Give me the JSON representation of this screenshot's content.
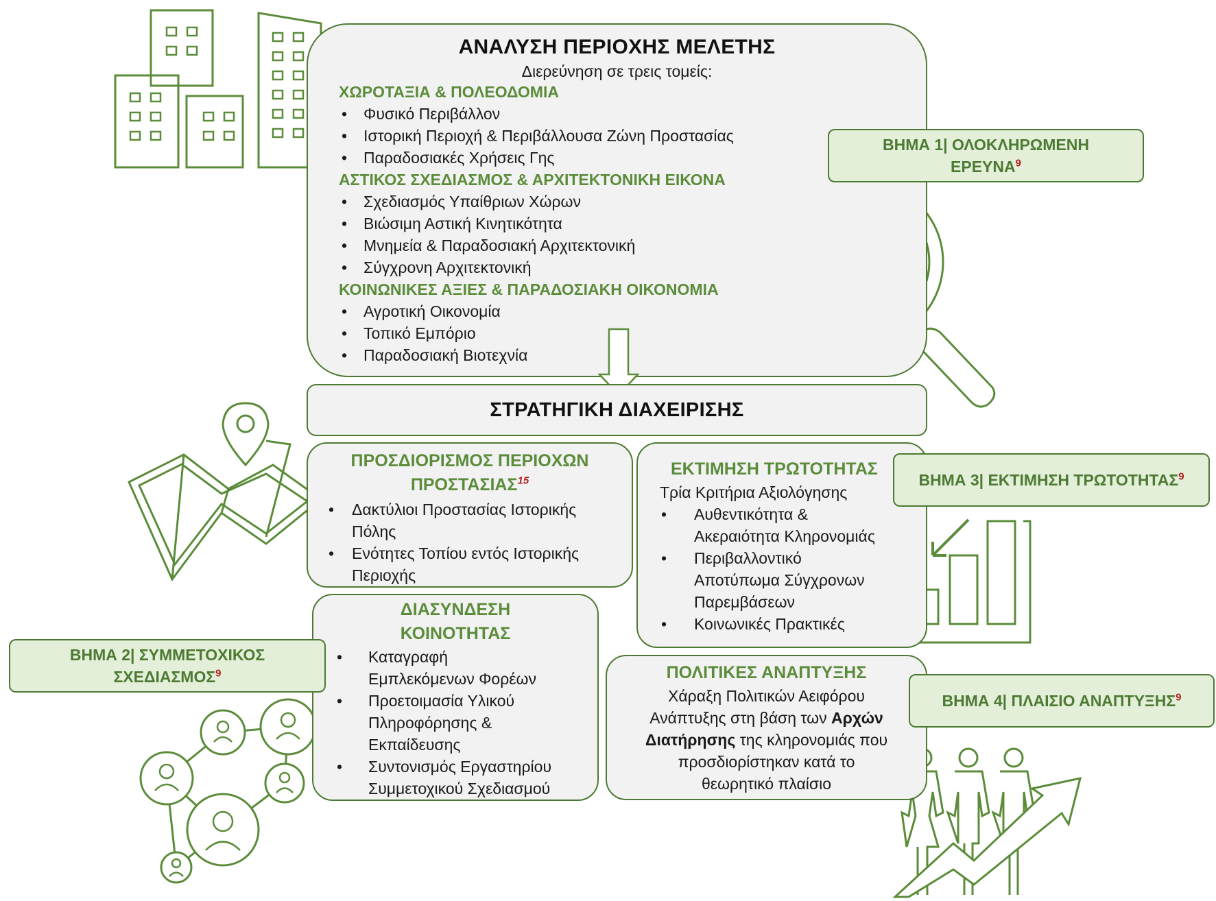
{
  "study": {
    "title": "ΑΝΑΛΥΣΗ ΠΕΡΙΟΧΗΣ ΜΕΛΕΤΗΣ",
    "subtitle": "Διερεύνηση σε τρεις τομείς:",
    "sections": [
      {
        "heading": "ΧΩΡΟΤΑΞΙΑ & ΠΟΛΕΟΔΟΜΙΑ",
        "items": [
          "Φυσικό Περιβάλλον",
          "Ιστορική Περιοχή & Περιβάλλουσα Ζώνη Προστασίας",
          "Παραδοσιακές Χρήσεις Γης"
        ]
      },
      {
        "heading": "ΑΣΤΙΚΟΣ ΣΧΕΔΙΑΣΜΟΣ & ΑΡΧΙΤΕΚΤΟΝΙΚΗ ΕΙΚΟΝΑ",
        "items": [
          "Σχεδιασμός Υπαίθριων Χώρων",
          "Βιώσιμη Αστική Κινητικότητα",
          "Μνημεία & Παραδοσιακή Αρχιτεκτονική",
          "Σύγχρονη Αρχιτεκτονική"
        ]
      },
      {
        "heading": "ΚΟΙΝΩΝΙΚΕΣ ΑΞΙΕΣ & ΠΑΡΑΔΟΣΙΑΚΗ ΟΙΚΟΝΟΜΙΑ",
        "items": [
          "Αγροτική Οικονομία",
          "Τοπικό Εμπόριο",
          "Παραδοσιακή Βιοτεχνία"
        ]
      }
    ]
  },
  "strategy": {
    "title": "ΣΤΡΑΤΗΓΙΚΗ ΔΙΑΧΕΙΡΙΣΗΣ"
  },
  "protection": {
    "title_line1": "ΠΡΟΣΔΙΟΡΙΣΜΟΣ ΠΕΡΙΟΧΩΝ",
    "title_line2": "ΠΡΟΣΤΑΣΙΑΣ",
    "title_sup": "15",
    "items": [
      [
        "Δακτύλιοι Προστασίας Ιστορικής",
        "Πόλης"
      ],
      [
        "Ενότητες Τοπίου εντός Ιστορικής",
        "Περιοχής"
      ]
    ]
  },
  "value": {
    "title": "ΕΚΤΙΜΗΣΗ ΤΡΩΤΟΤΗΤΑΣ",
    "subtitle": "Τρία Κριτήρια Αξιολόγησης",
    "items": [
      [
        "Αυθεντικότητα &",
        "Ακεραιότητα Κληρονομιάς"
      ],
      [
        "Περιβαλλοντικό",
        "Αποτύπωμα Σύγχρονων",
        "Παρεμβάσεων"
      ],
      [
        "Κοινωνικές Πρακτικές"
      ]
    ]
  },
  "community": {
    "title_line1": "ΔΙΑΣΥΝΔΕΣΗ",
    "title_line2": "ΚΟΙΝΟΤΗΤΑΣ",
    "items": [
      [
        "Καταγραφή",
        "Εμπλεκόμενων Φορέων"
      ],
      [
        "Προετοιμασία Υλικού",
        "Πληροφόρησης &",
        "Εκπαίδευσης"
      ],
      [
        "Συντονισμός Εργαστηρίου",
        "Συμμετοχικού Σχεδιασμού"
      ]
    ]
  },
  "policy": {
    "title": "ΠΟΛΙΤΙΚΕΣ ΑΝΑΠΤΥΞΗΣ",
    "line1": "Χάραξη Πολιτικών Αειφόρου",
    "line2_a": "Ανάπτυξης στη βάση των ",
    "line2_b": "Αρχών",
    "line3_a": "Διατήρησης",
    "line3_b": " της κληρονομιάς που",
    "line4": "προσδιορίστηκαν κατά το",
    "line5": "θεωρητικό πλαίσιο"
  },
  "steps": {
    "s1_line1": "ΒΗΜΑ 1| ΟΛΟΚΛΗΡΩΜΕΝΗ",
    "s1_line2": "ΕΡΕΥΝΑ",
    "s2_line1": "ΒΗΜΑ 2| ΣΥΜΜΕΤΟΧΙΚΟΣ",
    "s2_line2": "ΣΧΕΔΙΑΣΜΟΣ",
    "s3": "ΒΗΜΑ 3| ΕΚΤΙΜΗΣΗ ΤΡΩΤΟΤΗΤΑΣ",
    "s4": "ΒΗΜΑ 4| ΠΛΑΙΣΙΟ ΑΝΑΠΤΥΞΗΣ",
    "sup": "9"
  },
  "icons": [
    "buildings-icon",
    "magnifier-pulse-icon",
    "map-pin-icon",
    "bar-chart-down-icon",
    "network-people-icon",
    "people-growth-icon",
    "down-arrow-icon"
  ],
  "colors": {
    "accent": "#5b8c3a",
    "border": "#4d7a33",
    "box": "#f2f2f2",
    "step_fill": "#e3efd8",
    "sup_red": "#b02020"
  }
}
